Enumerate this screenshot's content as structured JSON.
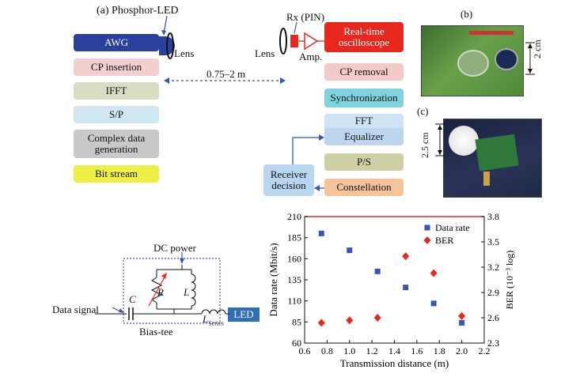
{
  "panel_a": {
    "label": "(a) Phosphor-LED",
    "tx_blocks": [
      {
        "text": "AWG",
        "color": "#2b3f9c",
        "text_color": "#ffffff"
      },
      {
        "text": "CP insertion",
        "color": "#f3cfcf"
      },
      {
        "text": "IFFT",
        "color": "#d9ddc3"
      },
      {
        "text": "S/P",
        "color": "#cfe7f3"
      },
      {
        "text": "Complex data generation",
        "color": "#c9c9c9"
      },
      {
        "text": "Bit stream",
        "color": "#eef045"
      }
    ],
    "lens_left": "Lens",
    "distance": "0.75–2 m",
    "lens_right": "Lens",
    "rx_label": "Rx (PIN)",
    "amp_label": "Amp.",
    "rx_blocks": [
      {
        "text": "Real-time oscilloscope",
        "color": "#e8281e",
        "text_color": "#ffffff"
      },
      {
        "text": "CP removal",
        "color": "#f3c9c9"
      },
      {
        "text": "Synchronization",
        "color": "#7fd3df"
      },
      {
        "text": "FFT",
        "color": "#cfe3f4"
      },
      {
        "text": "Equalizer",
        "color": "#bcd6ef"
      },
      {
        "text": "P/S",
        "color": "#cfcfa6"
      },
      {
        "text": "Constellation",
        "color": "#f7c39b"
      }
    ],
    "decision_block": {
      "text": "Receiver decision",
      "color": "#b8d6ef"
    }
  },
  "panel_b": {
    "label": "(b)",
    "dimension": "2 cm"
  },
  "panel_c": {
    "label": "(c)",
    "dimension": "2.5 cm"
  },
  "circuit": {
    "dc_power": "DC power",
    "data_signal": "Data signal",
    "capacitor": "C",
    "resistor": "R",
    "inductor": "L",
    "series_inductor": "L",
    "series_subscript": "Series",
    "led": "LED",
    "bias_tee": "Bias-tee"
  },
  "chart_data": {
    "type": "scatter",
    "xlabel": "Transmission distance (m)",
    "ylabel_left": "Data rate (Mbit/s)",
    "ylabel_right": "BER (10⁻³ log)",
    "xlim": [
      0.6,
      2.2
    ],
    "ylim_left": [
      60,
      210
    ],
    "ylim_right": [
      2.3,
      3.8
    ],
    "x_ticks": [
      "0.6",
      "0.8",
      "1.0",
      "1.2",
      "1.4",
      "1.6",
      "1.8",
      "2.0",
      "2.2"
    ],
    "y_ticks_left": [
      "60",
      "85",
      "110",
      "135",
      "160",
      "185",
      "210"
    ],
    "y_ticks_right": [
      "2.3",
      "2.6",
      "2.9",
      "3.2",
      "3.5",
      "3.8"
    ],
    "legend_position": "top-right",
    "top_border_color": "#e8281e",
    "series": [
      {
        "name": "Data rate",
        "axis": "left",
        "marker": "square",
        "color": "#3a55b4",
        "x": [
          0.75,
          1.0,
          1.25,
          1.5,
          1.75,
          2.0
        ],
        "values": [
          190,
          170,
          145,
          126,
          107,
          84
        ]
      },
      {
        "name": "BER",
        "axis": "right",
        "marker": "diamond",
        "color": "#e8281e",
        "x": [
          0.75,
          1.0,
          1.25,
          1.5,
          1.75,
          2.0
        ],
        "values": [
          2.54,
          2.57,
          2.6,
          3.33,
          3.13,
          2.62
        ]
      }
    ]
  }
}
